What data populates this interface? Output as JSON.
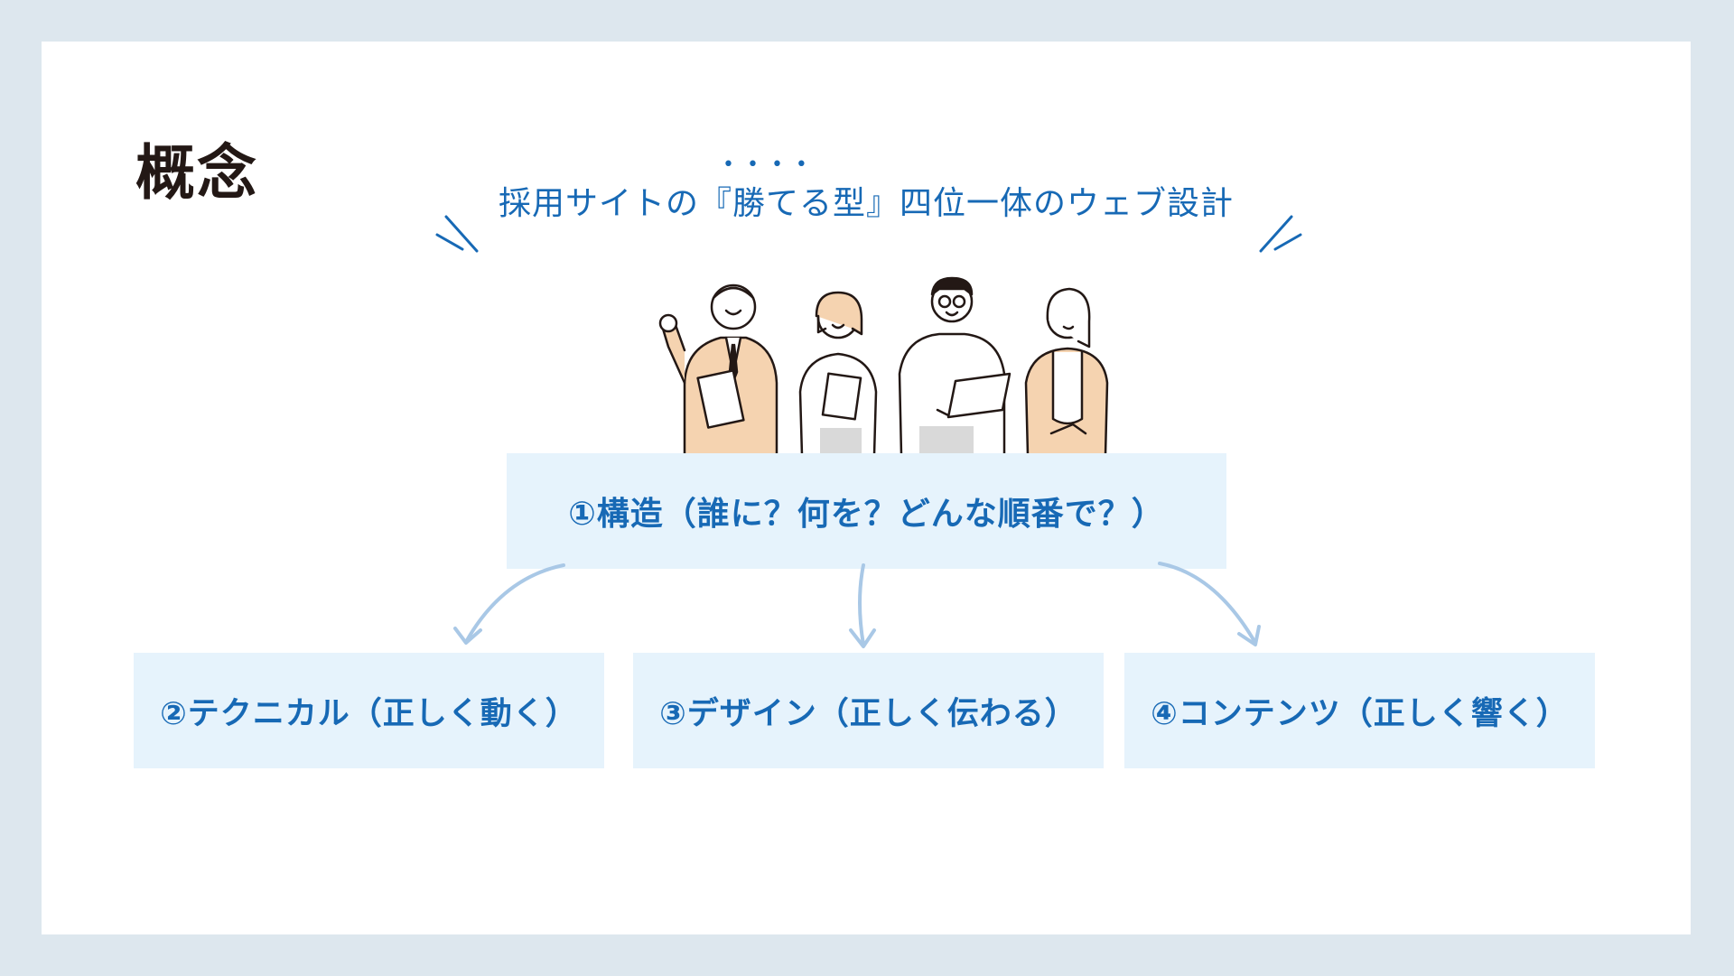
{
  "title": "概念",
  "subtitle": {
    "text": "採用サイトの『勝てる型』四位一体のウェブ設計",
    "emphasis_marks": "••••"
  },
  "structure": {
    "main": "①構造（誰に？何を？どんな順番で？）",
    "branches": [
      "②テクニカル（正しく動く）",
      "③デザイン（正しく伝わる）",
      "④コンテンツ（正しく響く）"
    ]
  },
  "illustration": {
    "icon": "people-group-icon"
  },
  "colors": {
    "background": "#dde7ee",
    "card": "#ffffff",
    "box": "#e6f3fc",
    "accent": "#1769b5",
    "title": "#231815",
    "arrow": "#a9c8e6",
    "skin_jacket": "#f5d3b0"
  }
}
